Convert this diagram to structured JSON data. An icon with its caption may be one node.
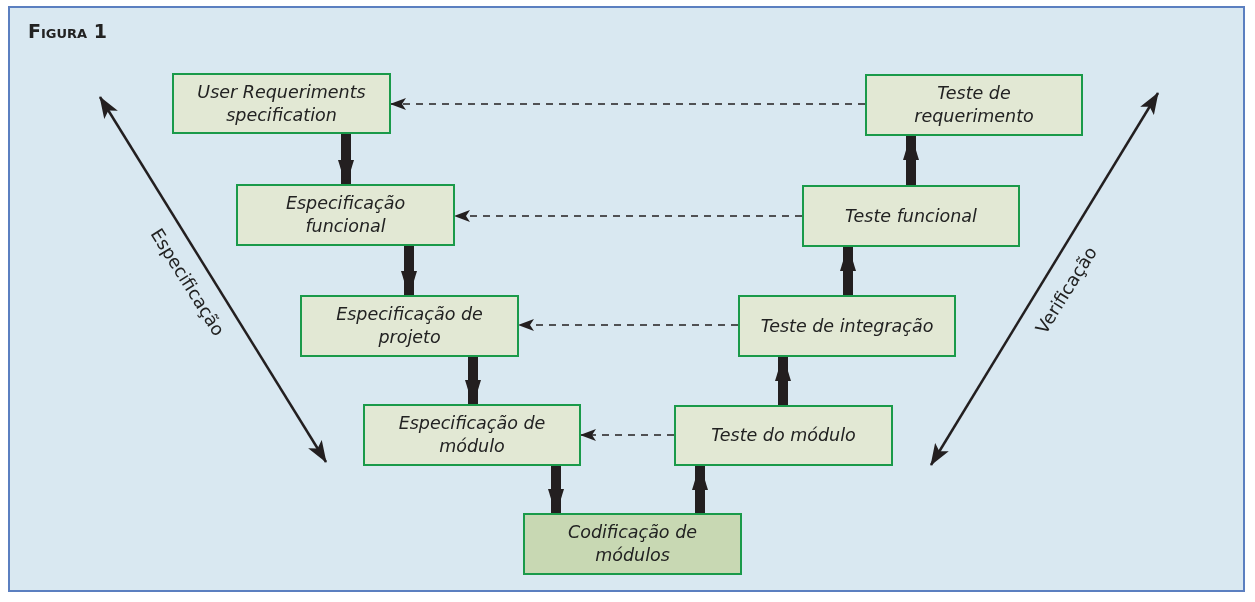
{
  "diagram": {
    "title": "Figura 1",
    "nodes": [
      {
        "text": [
          "User Requeriments specification"
        ]
      },
      {
        "text": [
          "Especificação funcional"
        ]
      },
      {
        "text": [
          "Especificação de projeto"
        ]
      },
      {
        "text": [
          "Especificação de módulo"
        ]
      },
      {
        "text": [
          "Codificação de módulos"
        ]
      },
      {
        "text": [
          "Teste do módulo"
        ]
      },
      {
        "text": [
          "Teste de integração"
        ]
      },
      {
        "text": [
          "Teste funcional"
        ]
      },
      {
        "text": [
          "Teste de requerimento"
        ]
      }
    ],
    "edges": [
      {
        "from": 0,
        "to": 1,
        "arrow": "to"
      },
      {
        "from": 1,
        "to": 2,
        "arrow": "to"
      },
      {
        "from": 2,
        "to": 3,
        "arrow": "to"
      },
      {
        "from": 3,
        "to": 4,
        "arrow": "to"
      },
      {
        "from": 4,
        "to": 5,
        "arrow": "to"
      },
      {
        "from": 5,
        "to": 6,
        "arrow": "to"
      },
      {
        "from": 6,
        "to": 7,
        "arrow": "to"
      },
      {
        "from": 7,
        "to": 8,
        "arrow": "to"
      },
      {
        "from": 8,
        "to": 0,
        "arrow": "to",
        "style": "dashed"
      },
      {
        "from": 7,
        "to": 1,
        "arrow": "to",
        "style": "dashed"
      },
      {
        "from": 6,
        "to": 2,
        "arrow": "to",
        "style": "dashed"
      },
      {
        "from": 5,
        "to": 3,
        "arrow": "to",
        "style": "dashed"
      }
    ],
    "labels": [
      "Especificação",
      "Verificação"
    ]
  }
}
